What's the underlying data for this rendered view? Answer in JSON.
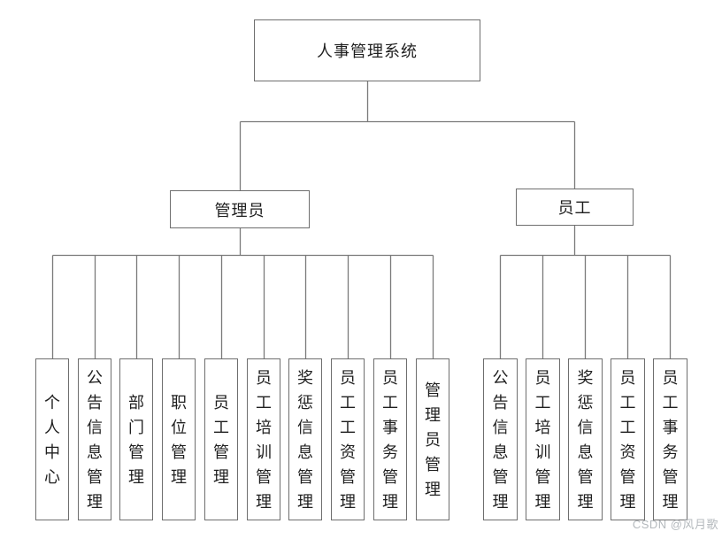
{
  "colors": {
    "background": "#ffffff",
    "box_border": "#6e6e6e",
    "connector_line": "#7a7a7a",
    "text": "#1f1f1f",
    "watermark": "#b4b9bd"
  },
  "diagram": {
    "root": {
      "label": "人事管理系统"
    },
    "branches": [
      {
        "label": "管理员",
        "children": [
          "个人中心",
          "公告信息管理",
          "部门管理",
          "职位管理",
          "员工管理",
          "员工培训管理",
          "奖惩信息管理",
          "员工工资管理",
          "员工事务管理",
          "管理员管理"
        ]
      },
      {
        "label": "员工",
        "children": [
          "公告信息管理",
          "员工培训管理",
          "奖惩信息管理",
          "员工工资管理",
          "员工事务管理"
        ]
      }
    ]
  },
  "watermark": "CSDN @风月歌"
}
